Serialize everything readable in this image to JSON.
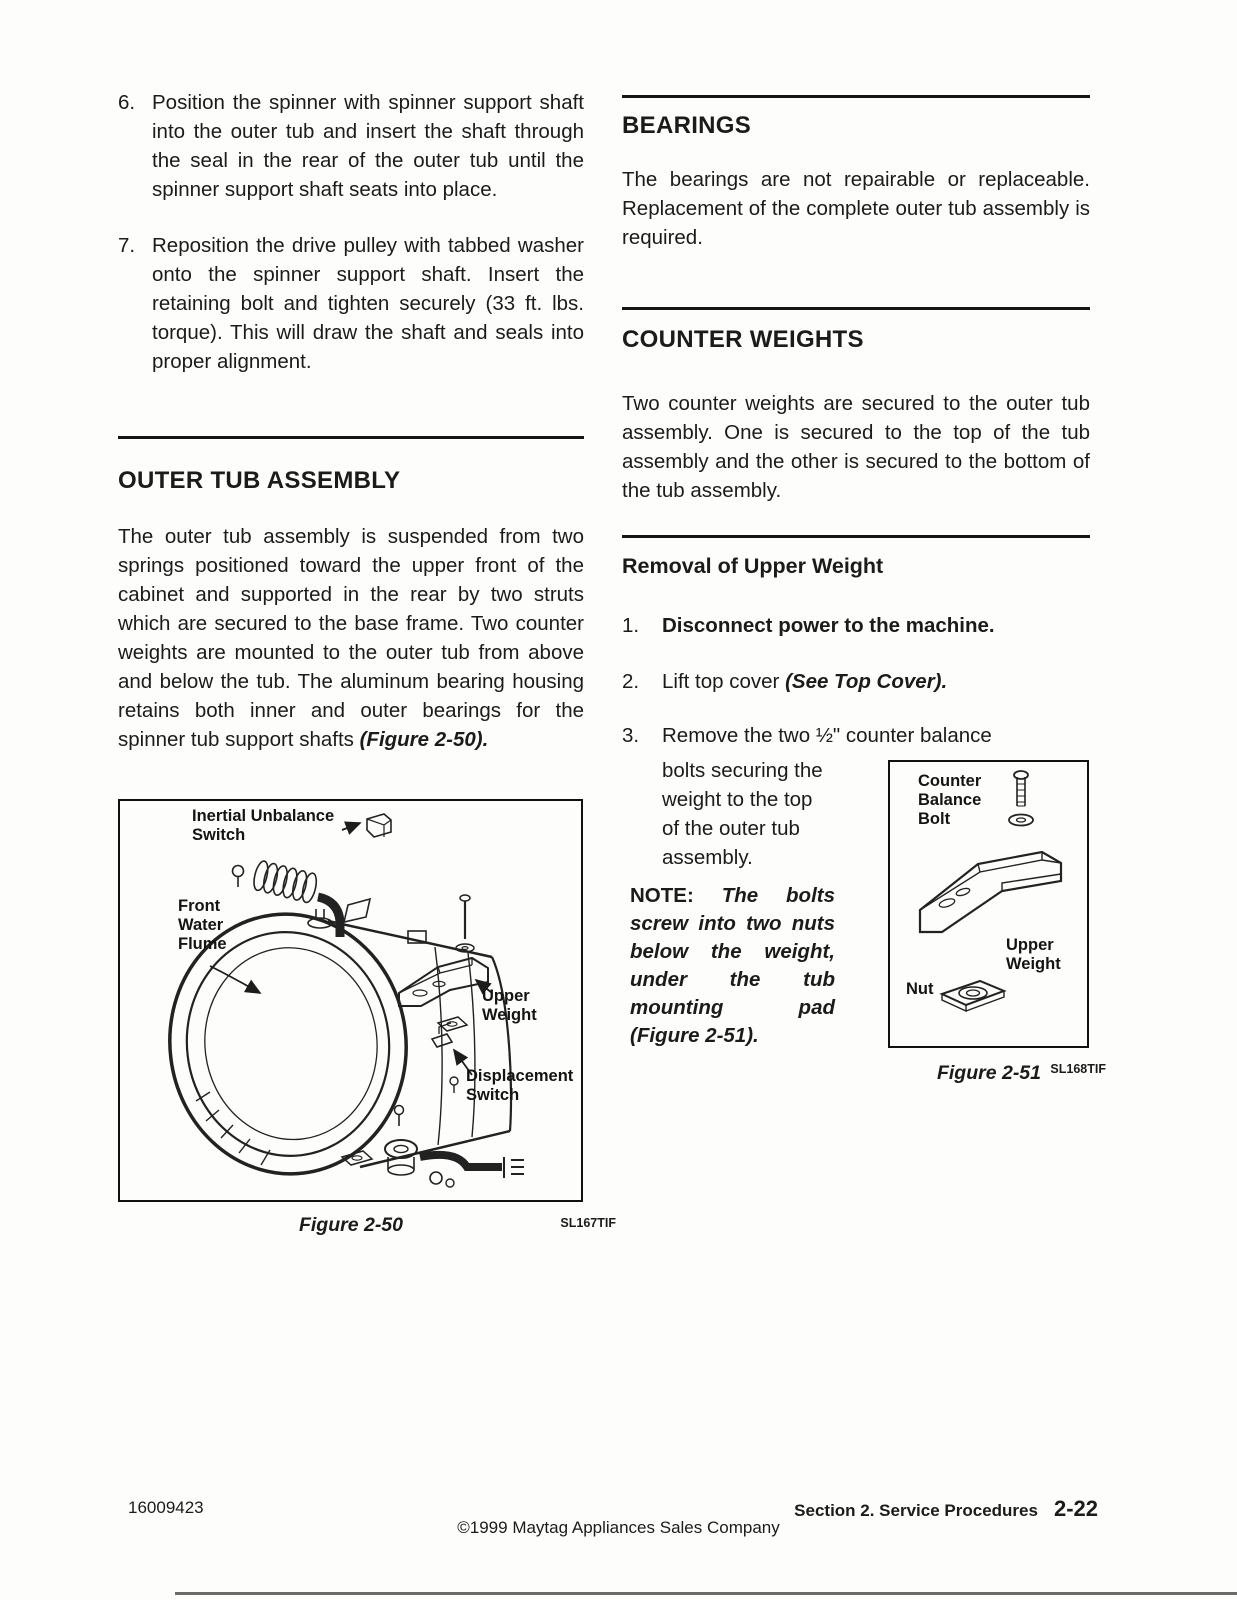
{
  "doc": {
    "left": {
      "steps": [
        {
          "num": "6.",
          "text": "Position the spinner with spinner support shaft into the outer tub and insert the shaft through the seal in the rear of the outer tub until the spinner support shaft seats into place."
        },
        {
          "num": "7.",
          "text": "Reposition the drive pulley with tabbed washer onto the spinner support shaft. Insert the retaining bolt and tighten securely (33 ft. lbs. torque). This will draw the shaft and seals into proper alignment."
        }
      ],
      "outer_tub_heading": "OUTER TUB ASSEMBLY",
      "outer_tub_body": "The outer tub assembly is suspended from two springs positioned toward the upper front of the cabinet and supported in the rear by two struts which are secured to the base frame. Two counter weights are mounted to the outer tub from above and below the tub. The aluminum bearing housing retains both inner and outer bearings for the spinner tub support shafts ",
      "outer_tub_ref": "(Figure 2-50).",
      "figure": {
        "label_inertial": "Inertial Unbalance Switch",
        "label_flume": "Front Water Flume",
        "label_upper_weight": "Upper Weight",
        "label_displacement": "Displacement Switch",
        "code": "SL167TIF",
        "caption": "Figure 2-50"
      }
    },
    "right": {
      "bearings_heading": "BEARINGS",
      "bearings_body": "The bearings are not repairable or replaceable. Replacement of the complete outer tub assembly is required.",
      "cw_heading": "COUNTER WEIGHTS",
      "cw_body": "Two counter weights are secured to the outer tub assembly.  One is secured to the top of the tub assembly and the other is secured to the bottom of the tub assembly.",
      "removal_heading": "Removal of Upper Weight",
      "steps": [
        {
          "num": "1.",
          "bold": "Disconnect power to the machine."
        },
        {
          "num": "2.",
          "plain": "Lift top cover ",
          "italic": "(See Top Cover)."
        },
        {
          "num": "3.",
          "line1": "Remove the two ½\" counter balance",
          "rest": "bolts securing the weight to the top of the outer tub assembly."
        }
      ],
      "note_label": "NOTE:",
      "note_body": "The bolts screw into two nuts below the weight, under the tub mounting pad (Figure 2-51).",
      "figure": {
        "label_bolt": "Counter Balance Bolt",
        "label_upper_weight": "Upper Weight",
        "label_nut": "Nut",
        "code": "SL168TIF",
        "caption": "Figure 2-51"
      }
    },
    "footer": {
      "doc_number": "16009423",
      "copyright": "©1999 Maytag Appliances Sales Company",
      "section": "Section 2.  Service Procedures",
      "page": "2-22"
    }
  }
}
